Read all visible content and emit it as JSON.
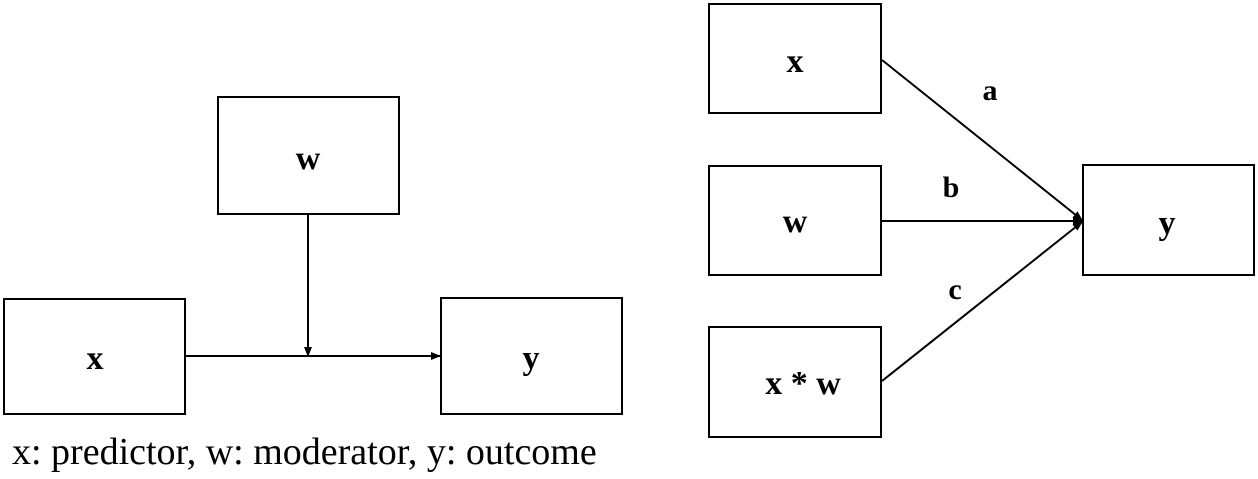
{
  "left_diagram": {
    "nodes": {
      "x": "x",
      "w": "w",
      "y": "y"
    }
  },
  "right_diagram": {
    "nodes": {
      "x": "x",
      "w": "w",
      "xw": "x * w",
      "y": "y"
    },
    "paths": {
      "a": "a",
      "b": "b",
      "c": "c"
    }
  },
  "caption": "x: predictor, w: moderator, y: outcome"
}
